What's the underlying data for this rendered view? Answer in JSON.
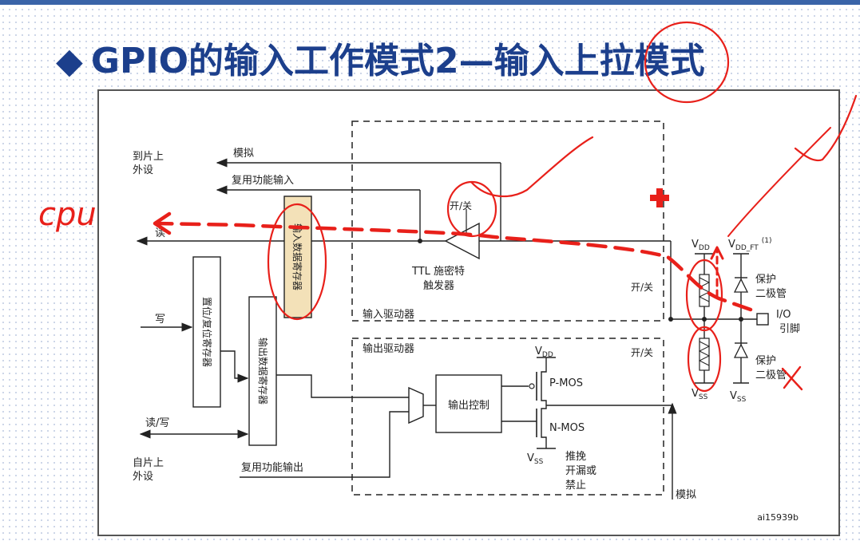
{
  "slide": {
    "title_bullet": "◆",
    "title": "GPIO的输入工作模式2—输入上拉模式"
  },
  "diagram": {
    "to_chip_peripheral": [
      "到片上",
      "外设"
    ],
    "from_chip_peripheral": [
      "自片上",
      "外设"
    ],
    "analog_top": "模拟",
    "alt_func_input": "复用功能输入",
    "read": "读",
    "write": "写",
    "read_write": "读/写",
    "alt_func_output": "复用功能输出",
    "input_data_reg": "输入数据寄存器",
    "set_reset_reg": "置位/复位寄存器",
    "output_data_reg": "输出数据寄存器",
    "on_off": "开/关",
    "ttl_schmitt": [
      "TTL 施密特",
      "触发器"
    ],
    "input_driver": "输入驱动器",
    "output_driver": "输出驱动器",
    "output_control": "输出控制",
    "pmos": "P-MOS",
    "nmos": "N-MOS",
    "vdd": "V",
    "vdd_sub": "DD",
    "vss": "V",
    "vss_sub": "SS",
    "vdd_ft": "V",
    "vdd_ft_sub": "DD_FT",
    "vdd_ft_note": "(1)",
    "push_pull": [
      "推挽",
      "开漏或",
      "禁止"
    ],
    "protection_diode": [
      "保护",
      "二极管"
    ],
    "io_pin": [
      "I/O",
      "引脚"
    ],
    "analog_bottom": "模拟",
    "figure_id": "ai15939b"
  },
  "handwriting": {
    "cpu": "cpu",
    "cross": "×"
  },
  "colors": {
    "title": "#1c3f8c",
    "annotation": "#e8201a",
    "line": "#222222",
    "register_fill": "#f3e1b8"
  }
}
